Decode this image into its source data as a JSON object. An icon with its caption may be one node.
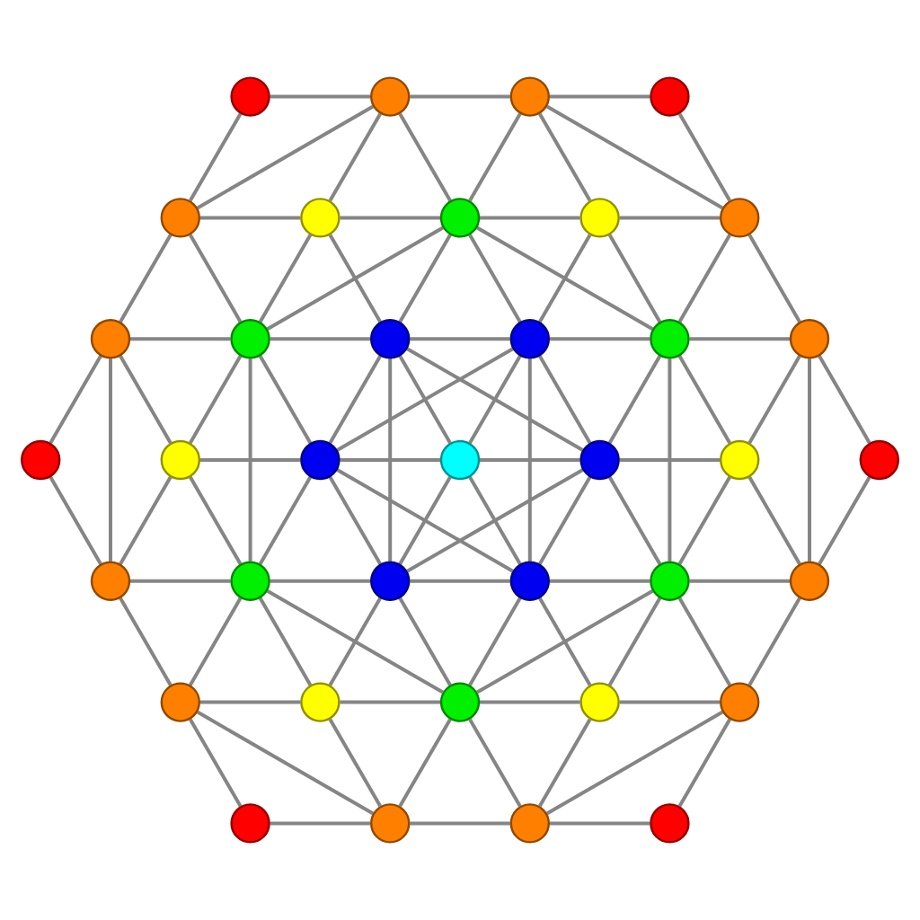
{
  "diagram": {
    "nodes": [
      {
        "text": [],
        "shape": "circle"
      },
      {
        "text": [],
        "shape": "circle"
      },
      {
        "text": [],
        "shape": "circle"
      },
      {
        "text": [],
        "shape": "circle"
      },
      {
        "text": [],
        "shape": "circle"
      },
      {
        "text": [],
        "shape": "circle"
      },
      {
        "text": [],
        "shape": "circle"
      },
      {
        "text": [],
        "shape": "circle"
      },
      {
        "text": [],
        "shape": "circle"
      },
      {
        "text": [],
        "shape": "circle"
      },
      {
        "text": [],
        "shape": "circle"
      },
      {
        "text": [],
        "shape": "circle"
      },
      {
        "text": [],
        "shape": "circle"
      },
      {
        "text": [],
        "shape": "circle"
      },
      {
        "text": [],
        "shape": "circle"
      },
      {
        "text": [],
        "shape": "circle"
      },
      {
        "text": [],
        "shape": "circle"
      },
      {
        "text": [],
        "shape": "circle"
      },
      {
        "text": [],
        "shape": "circle"
      },
      {
        "text": [],
        "shape": "circle"
      },
      {
        "text": [],
        "shape": "circle"
      },
      {
        "text": [],
        "shape": "circle"
      },
      {
        "text": [],
        "shape": "circle"
      },
      {
        "text": [],
        "shape": "circle"
      },
      {
        "text": [],
        "shape": "circle"
      },
      {
        "text": [],
        "shape": "circle"
      },
      {
        "text": [],
        "shape": "circle"
      },
      {
        "text": [],
        "shape": "circle"
      },
      {
        "text": [],
        "shape": "circle"
      },
      {
        "text": [],
        "shape": "circle"
      },
      {
        "text": [],
        "shape": "circle"
      },
      {
        "text": [],
        "shape": "circle"
      },
      {
        "text": [],
        "shape": "circle"
      },
      {
        "text": [],
        "shape": "circle"
      },
      {
        "text": [],
        "shape": "circle"
      },
      {
        "text": [],
        "shape": "circle"
      },
      {
        "text": [],
        "shape": "circle"
      }
    ],
    "edges": [
      {
        "from": 0,
        "to": 1,
        "arrow": "none"
      },
      {
        "from": 0,
        "to": 4,
        "arrow": "none"
      },
      {
        "from": 1,
        "to": 2,
        "arrow": "none"
      },
      {
        "from": 1,
        "to": 4,
        "arrow": "none"
      },
      {
        "from": 1,
        "to": 5,
        "arrow": "none"
      },
      {
        "from": 1,
        "to": 6,
        "arrow": "none"
      },
      {
        "from": 2,
        "to": 3,
        "arrow": "none"
      },
      {
        "from": 2,
        "to": 6,
        "arrow": "none"
      },
      {
        "from": 2,
        "to": 7,
        "arrow": "none"
      },
      {
        "from": 2,
        "to": 8,
        "arrow": "none"
      },
      {
        "from": 3,
        "to": 8,
        "arrow": "none"
      },
      {
        "from": 4,
        "to": 5,
        "arrow": "none"
      },
      {
        "from": 4,
        "to": 9,
        "arrow": "none"
      },
      {
        "from": 4,
        "to": 10,
        "arrow": "none"
      },
      {
        "from": 5,
        "to": 6,
        "arrow": "none"
      },
      {
        "from": 5,
        "to": 10,
        "arrow": "none"
      },
      {
        "from": 5,
        "to": 11,
        "arrow": "none"
      },
      {
        "from": 6,
        "to": 7,
        "arrow": "none"
      },
      {
        "from": 6,
        "to": 10,
        "arrow": "none"
      },
      {
        "from": 6,
        "to": 11,
        "arrow": "none"
      },
      {
        "from": 6,
        "to": 12,
        "arrow": "none"
      },
      {
        "from": 6,
        "to": 13,
        "arrow": "none"
      },
      {
        "from": 7,
        "to": 8,
        "arrow": "none"
      },
      {
        "from": 7,
        "to": 12,
        "arrow": "none"
      },
      {
        "from": 7,
        "to": 13,
        "arrow": "none"
      },
      {
        "from": 8,
        "to": 13,
        "arrow": "none"
      },
      {
        "from": 8,
        "to": 14,
        "arrow": "none"
      },
      {
        "from": 9,
        "to": 10,
        "arrow": "none"
      },
      {
        "from": 9,
        "to": 15,
        "arrow": "none"
      },
      {
        "from": 9,
        "to": 16,
        "arrow": "none"
      },
      {
        "from": 9,
        "to": 22,
        "arrow": "none"
      },
      {
        "from": 10,
        "to": 11,
        "arrow": "none"
      },
      {
        "from": 10,
        "to": 16,
        "arrow": "none"
      },
      {
        "from": 10,
        "to": 17,
        "arrow": "none"
      },
      {
        "from": 10,
        "to": 23,
        "arrow": "none"
      },
      {
        "from": 11,
        "to": 12,
        "arrow": "none"
      },
      {
        "from": 11,
        "to": 17,
        "arrow": "none"
      },
      {
        "from": 11,
        "to": 18,
        "arrow": "none"
      },
      {
        "from": 11,
        "to": 19,
        "arrow": "none"
      },
      {
        "from": 11,
        "to": 24,
        "arrow": "none"
      },
      {
        "from": 12,
        "to": 13,
        "arrow": "none"
      },
      {
        "from": 12,
        "to": 17,
        "arrow": "none"
      },
      {
        "from": 12,
        "to": 18,
        "arrow": "none"
      },
      {
        "from": 12,
        "to": 19,
        "arrow": "none"
      },
      {
        "from": 12,
        "to": 25,
        "arrow": "none"
      },
      {
        "from": 13,
        "to": 14,
        "arrow": "none"
      },
      {
        "from": 13,
        "to": 19,
        "arrow": "none"
      },
      {
        "from": 13,
        "to": 20,
        "arrow": "none"
      },
      {
        "from": 13,
        "to": 26,
        "arrow": "none"
      },
      {
        "from": 14,
        "to": 20,
        "arrow": "none"
      },
      {
        "from": 14,
        "to": 21,
        "arrow": "none"
      },
      {
        "from": 14,
        "to": 27,
        "arrow": "none"
      },
      {
        "from": 15,
        "to": 22,
        "arrow": "none"
      },
      {
        "from": 16,
        "to": 17,
        "arrow": "none"
      },
      {
        "from": 16,
        "to": 22,
        "arrow": "none"
      },
      {
        "from": 16,
        "to": 23,
        "arrow": "none"
      },
      {
        "from": 17,
        "to": 18,
        "arrow": "none"
      },
      {
        "from": 17,
        "to": 23,
        "arrow": "none"
      },
      {
        "from": 17,
        "to": 24,
        "arrow": "none"
      },
      {
        "from": 17,
        "to": 25,
        "arrow": "none"
      },
      {
        "from": 18,
        "to": 19,
        "arrow": "none"
      },
      {
        "from": 18,
        "to": 24,
        "arrow": "none"
      },
      {
        "from": 18,
        "to": 25,
        "arrow": "none"
      },
      {
        "from": 19,
        "to": 20,
        "arrow": "none"
      },
      {
        "from": 19,
        "to": 24,
        "arrow": "none"
      },
      {
        "from": 19,
        "to": 25,
        "arrow": "none"
      },
      {
        "from": 19,
        "to": 26,
        "arrow": "none"
      },
      {
        "from": 20,
        "to": 26,
        "arrow": "none"
      },
      {
        "from": 20,
        "to": 27,
        "arrow": "none"
      },
      {
        "from": 21,
        "to": 27,
        "arrow": "none"
      },
      {
        "from": 22,
        "to": 23,
        "arrow": "none"
      },
      {
        "from": 22,
        "to": 28,
        "arrow": "none"
      },
      {
        "from": 23,
        "to": 24,
        "arrow": "none"
      },
      {
        "from": 23,
        "to": 28,
        "arrow": "none"
      },
      {
        "from": 23,
        "to": 29,
        "arrow": "none"
      },
      {
        "from": 23,
        "to": 30,
        "arrow": "none"
      },
      {
        "from": 24,
        "to": 25,
        "arrow": "none"
      },
      {
        "from": 24,
        "to": 29,
        "arrow": "none"
      },
      {
        "from": 24,
        "to": 30,
        "arrow": "none"
      },
      {
        "from": 25,
        "to": 26,
        "arrow": "none"
      },
      {
        "from": 25,
        "to": 30,
        "arrow": "none"
      },
      {
        "from": 25,
        "to": 31,
        "arrow": "none"
      },
      {
        "from": 26,
        "to": 27,
        "arrow": "none"
      },
      {
        "from": 26,
        "to": 30,
        "arrow": "none"
      },
      {
        "from": 26,
        "to": 31,
        "arrow": "none"
      },
      {
        "from": 26,
        "to": 32,
        "arrow": "none"
      },
      {
        "from": 27,
        "to": 32,
        "arrow": "none"
      },
      {
        "from": 28,
        "to": 29,
        "arrow": "none"
      },
      {
        "from": 28,
        "to": 33,
        "arrow": "none"
      },
      {
        "from": 28,
        "to": 34,
        "arrow": "none"
      },
      {
        "from": 29,
        "to": 30,
        "arrow": "none"
      },
      {
        "from": 29,
        "to": 34,
        "arrow": "none"
      },
      {
        "from": 30,
        "to": 31,
        "arrow": "none"
      },
      {
        "from": 30,
        "to": 34,
        "arrow": "none"
      },
      {
        "from": 30,
        "to": 35,
        "arrow": "none"
      },
      {
        "from": 31,
        "to": 32,
        "arrow": "none"
      },
      {
        "from": 31,
        "to": 35,
        "arrow": "none"
      },
      {
        "from": 32,
        "to": 35,
        "arrow": "none"
      },
      {
        "from": 32,
        "to": 36,
        "arrow": "none"
      },
      {
        "from": 33,
        "to": 34,
        "arrow": "none"
      },
      {
        "from": 34,
        "to": 35,
        "arrow": "none"
      },
      {
        "from": 35,
        "to": 36,
        "arrow": "none"
      }
    ]
  }
}
